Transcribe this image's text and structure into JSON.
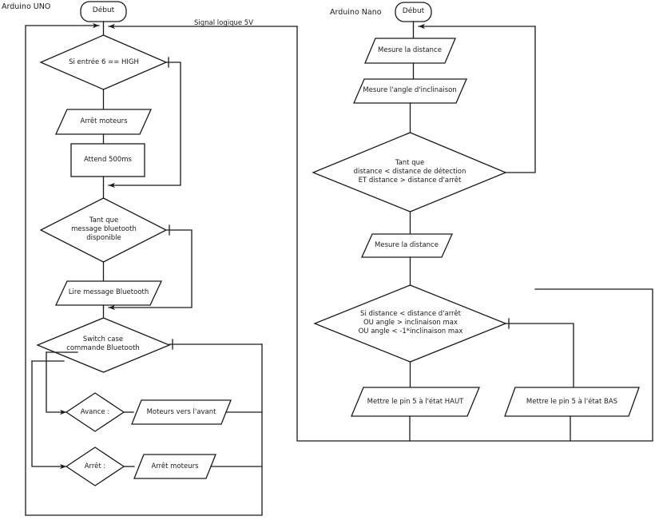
{
  "diagram": {
    "title_left": "Arduino UNO",
    "title_right": "Arduino Nano",
    "edge_label_signal": "Signal logique 5V",
    "stroke": "#1a1a1a",
    "fill": "#ffffff"
  },
  "uno": {
    "start": "Début",
    "decision_input": "Si entrée 6 == HIGH",
    "io_stop_motors": "Arrêt moteurs",
    "process_wait": "Attend 500ms",
    "loop_bluetooth_line1": "Tant que",
    "loop_bluetooth_line2": "message bluetooth",
    "loop_bluetooth_line3": "disponible",
    "io_read_bluetooth": "Lire message Bluetooth",
    "switch_line1": "Switch case",
    "switch_line2": "commande Bluetooth",
    "case_forward": "Avance :",
    "io_motors_forward": "Moteurs vers l'avant",
    "case_stop": "Arrêt :",
    "io_stop_motors2": "Arrêt moteurs"
  },
  "nano": {
    "start": "Début",
    "io_measure_distance": "Mesure la distance",
    "io_measure_angle": "Mesure l'angle d'inclinaison",
    "loop_line1": "Tant que",
    "loop_line2": "distance < distance de détection",
    "loop_line3": "ET distance > distance d'arrêt",
    "io_measure_distance2": "Mesure la distance",
    "decision_line1": "Si distance < distance d'arrêt",
    "decision_line2": "OU angle > inclinaison max",
    "decision_line3": "OU angle < -1*inclinaison max",
    "io_pin5_high": "Mettre le pin 5 à l'état HAUT",
    "io_pin5_low": "Mettre le pin 5 à l'état BAS"
  }
}
